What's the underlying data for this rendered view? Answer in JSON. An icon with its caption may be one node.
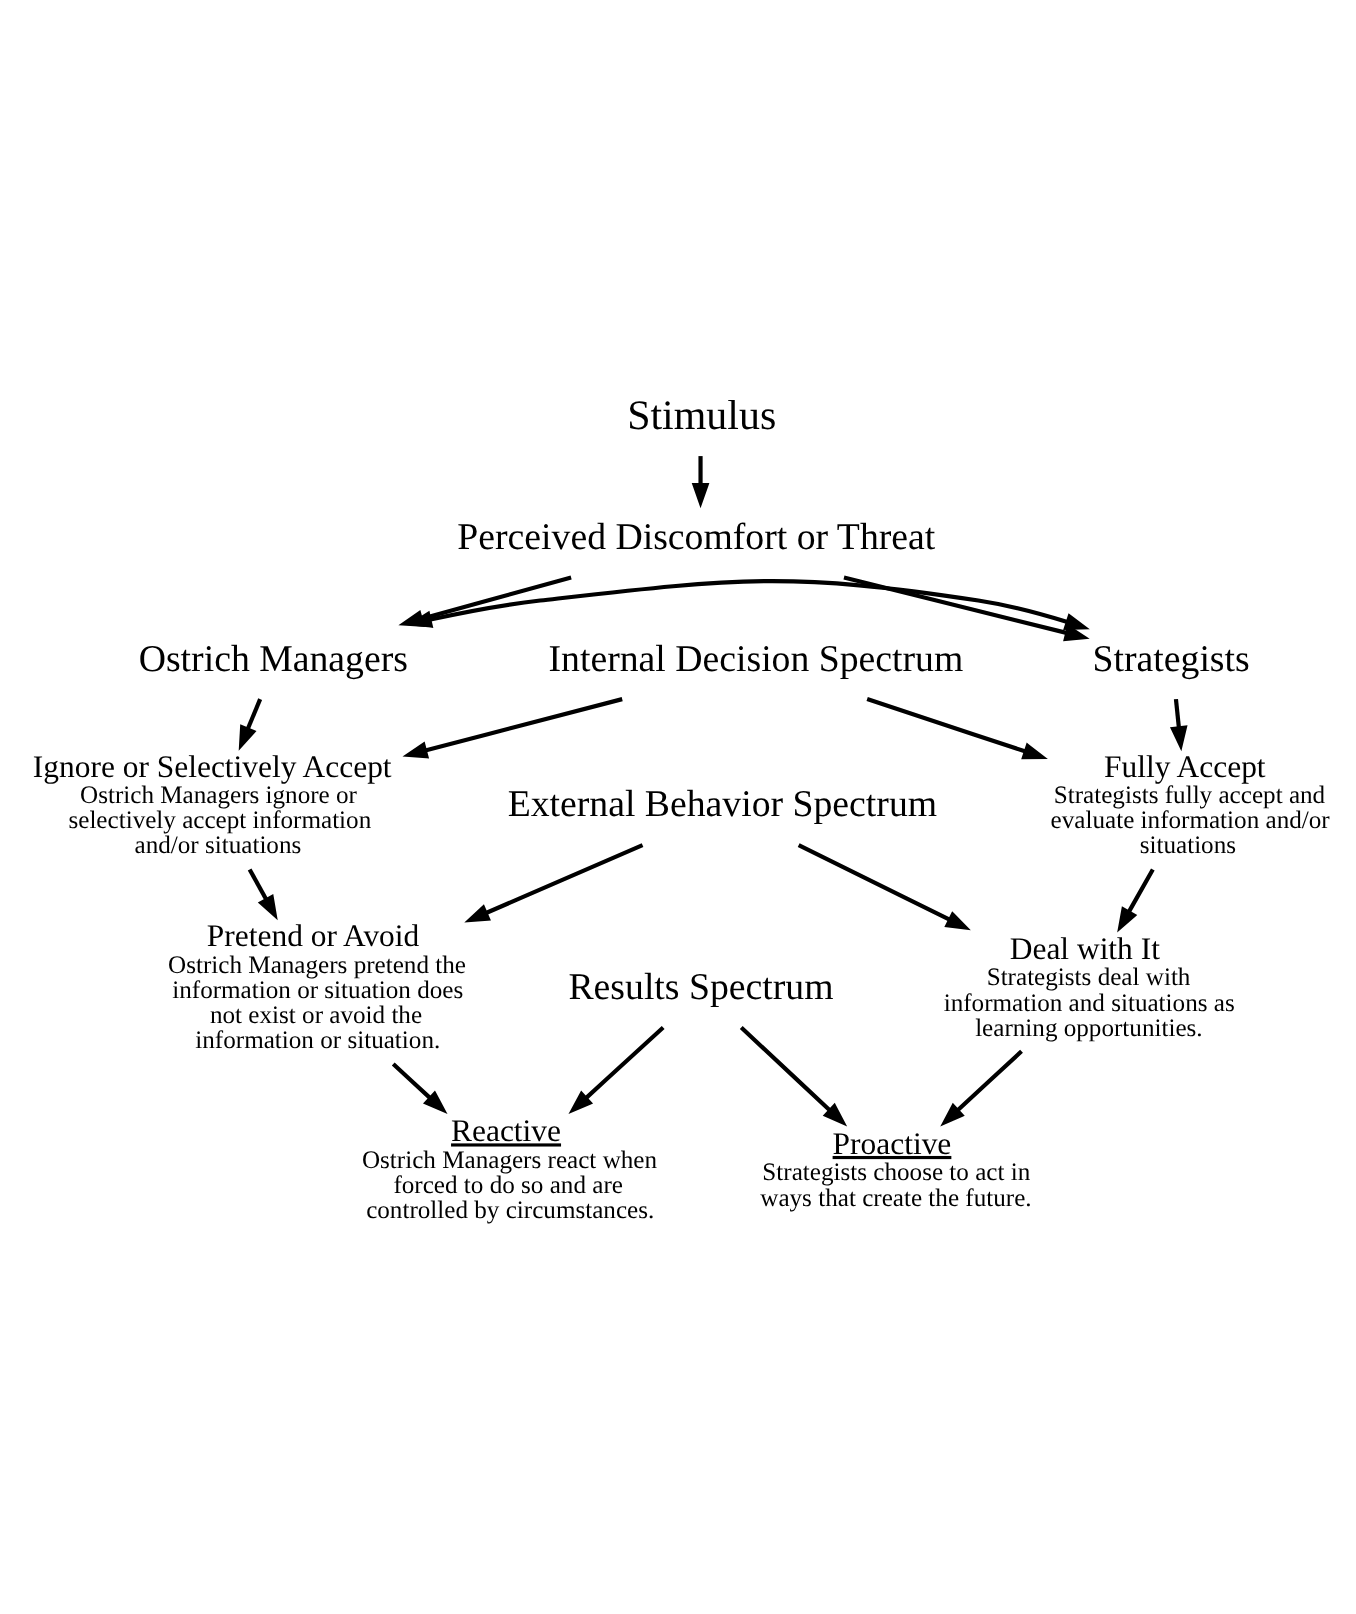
{
  "diagram": {
    "nodes": [
      {
        "text": [
          "Stimulus"
        ]
      },
      {
        "text": [
          "Perceived Discomfort or Threat"
        ]
      },
      {
        "text": [
          "Ostrich Managers"
        ]
      },
      {
        "text": [
          "Strategists"
        ]
      },
      {
        "text": [
          "Internal Decision Spectrum"
        ]
      },
      {
        "text": [
          "Ignore or Selectively Accept",
          "Ostrich Managers ignore or selectively accept information and/or situations"
        ]
      },
      {
        "text": [
          "Fully Accept",
          "Strategists fully accept and evaluate information and/or situations"
        ]
      },
      {
        "text": [
          "External Behavior Spectrum"
        ]
      },
      {
        "text": [
          "Pretend or Avoid",
          "Ostrich Managers pretend the information or situation does not exist or avoid the information or situation."
        ]
      },
      {
        "text": [
          "Deal with It",
          "Strategists deal with information and situations as learning opportunities."
        ]
      },
      {
        "text": [
          "Results Spectrum"
        ]
      },
      {
        "text": [
          "Reactive",
          "Ostrich Managers react when forced to do so and are controlled by circumstances."
        ]
      },
      {
        "text": [
          "Proactive",
          "Strategists choose to act in ways that create the future."
        ]
      }
    ],
    "edges": [
      {
        "from": 0,
        "to": 1,
        "arrow": "to"
      },
      {
        "from": 1,
        "to": 2,
        "arrow": "to"
      },
      {
        "from": 1,
        "to": 3,
        "arrow": "to"
      },
      {
        "from": 2,
        "to": 3,
        "arrow": "both"
      },
      {
        "from": 2,
        "to": 5,
        "arrow": "to"
      },
      {
        "from": 4,
        "to": 5,
        "arrow": "to"
      },
      {
        "from": 4,
        "to": 6,
        "arrow": "to"
      },
      {
        "from": 3,
        "to": 6,
        "arrow": "to"
      },
      {
        "from": 5,
        "to": 8,
        "arrow": "to"
      },
      {
        "from": 7,
        "to": 8,
        "arrow": "to"
      },
      {
        "from": 7,
        "to": 9,
        "arrow": "to"
      },
      {
        "from": 6,
        "to": 9,
        "arrow": "to"
      },
      {
        "from": 8,
        "to": 11,
        "arrow": "to"
      },
      {
        "from": 10,
        "to": 11,
        "arrow": "to"
      },
      {
        "from": 10,
        "to": 12,
        "arrow": "to"
      },
      {
        "from": 9,
        "to": 12,
        "arrow": "to"
      }
    ]
  }
}
